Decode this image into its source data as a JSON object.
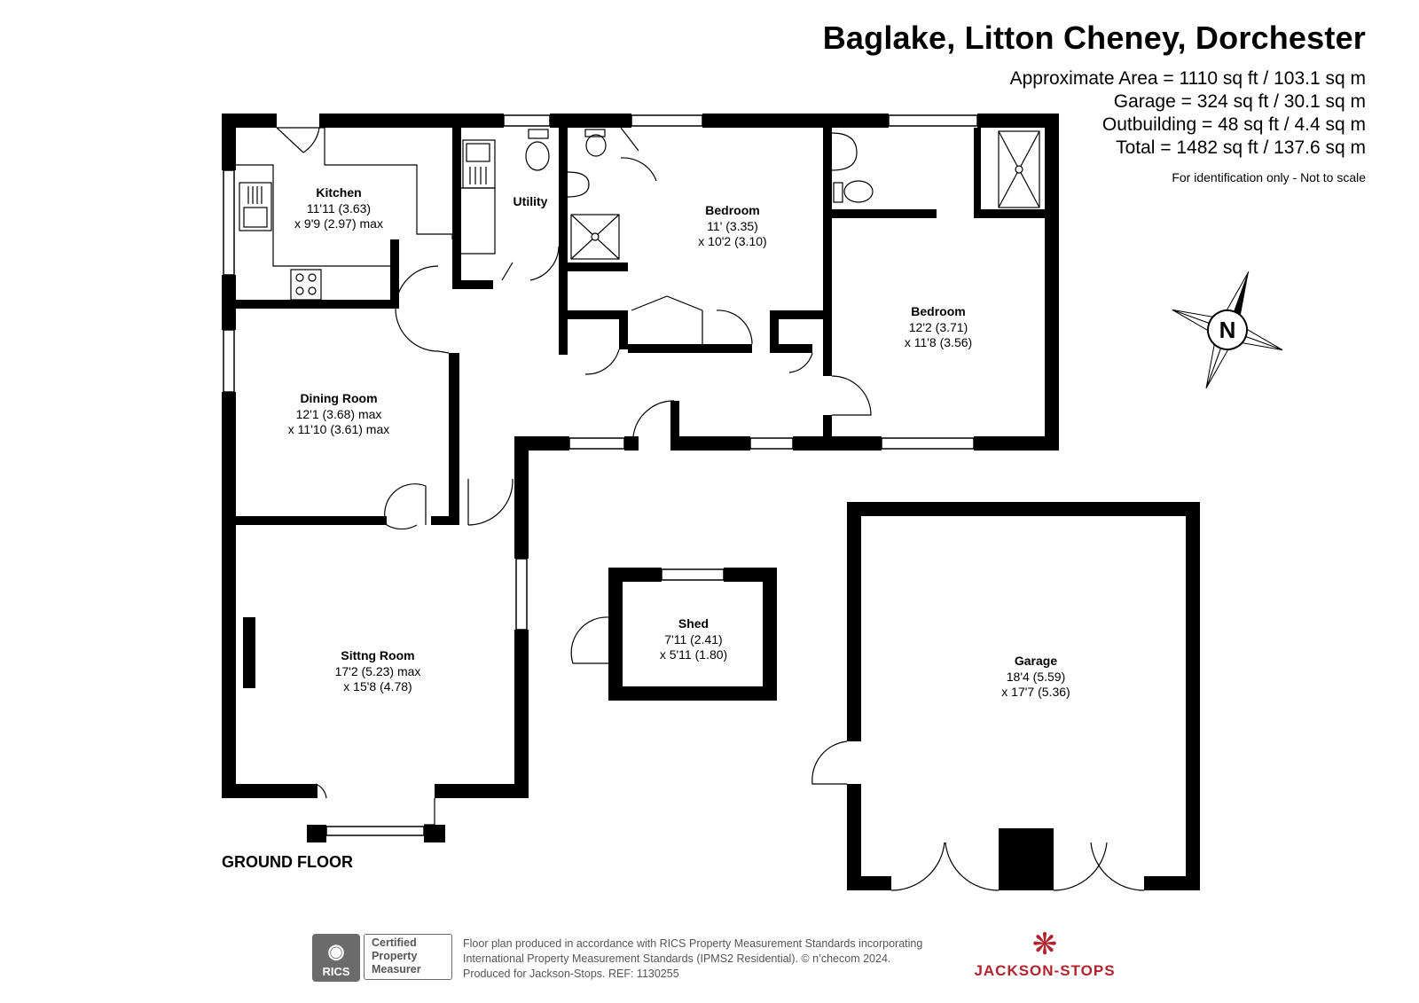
{
  "header": {
    "title": "Baglake, Litton Cheney, Dorchester",
    "areas": [
      "Approximate Area = 1110 sq ft / 103.1 sq m",
      "Garage = 324 sq ft / 30.1 sq m",
      "Outbuilding = 48 sq ft / 4.4 sq m",
      "Total = 1482 sq ft / 137.6 sq m"
    ],
    "disclaimer": "For identification only - Not to scale"
  },
  "rooms": {
    "kitchen": {
      "name": "Kitchen",
      "dims": [
        "11'11 (3.63)",
        "x 9'9 (2.97) max"
      ]
    },
    "utility": {
      "name": "Utility",
      "dims": []
    },
    "bedroom1": {
      "name": "Bedroom",
      "dims": [
        "11' (3.35)",
        "x 10'2 (3.10)"
      ]
    },
    "bedroom2": {
      "name": "Bedroom",
      "dims": [
        "12'2 (3.71)",
        "x 11'8 (3.56)"
      ]
    },
    "dining": {
      "name": "Dining Room",
      "dims": [
        "12'1 (3.68) max",
        "x 11'10 (3.61) max"
      ]
    },
    "sitting": {
      "name": "Sittng Room",
      "dims": [
        "17'2 (5.23) max",
        "x 15'8 (4.78)"
      ]
    },
    "shed": {
      "name": "Shed",
      "dims": [
        "7'11 (2.41)",
        "x 5'11 (1.80)"
      ]
    },
    "garage": {
      "name": "Garage",
      "dims": [
        "18'4 (5.59)",
        "x 17'7 (5.36)"
      ]
    }
  },
  "floor_label": "GROUND FLOOR",
  "compass": {
    "letter": "N"
  },
  "footer": {
    "lines": [
      "Floor plan produced in accordance with RICS Property Measurement Standards incorporating",
      "International Property Measurement Standards (IPMS2 Residential).  © n’checom 2024.",
      "Produced for Jackson-Stops.   REF:  1130255"
    ],
    "rics_label": "RICS",
    "certified_lines": [
      "Certified",
      "Property",
      "Measurer"
    ],
    "brand": "JACKSON-STOPS"
  },
  "colors": {
    "wall": "#000000",
    "brand": "#b0242e",
    "badge": "#6b6b6b"
  }
}
